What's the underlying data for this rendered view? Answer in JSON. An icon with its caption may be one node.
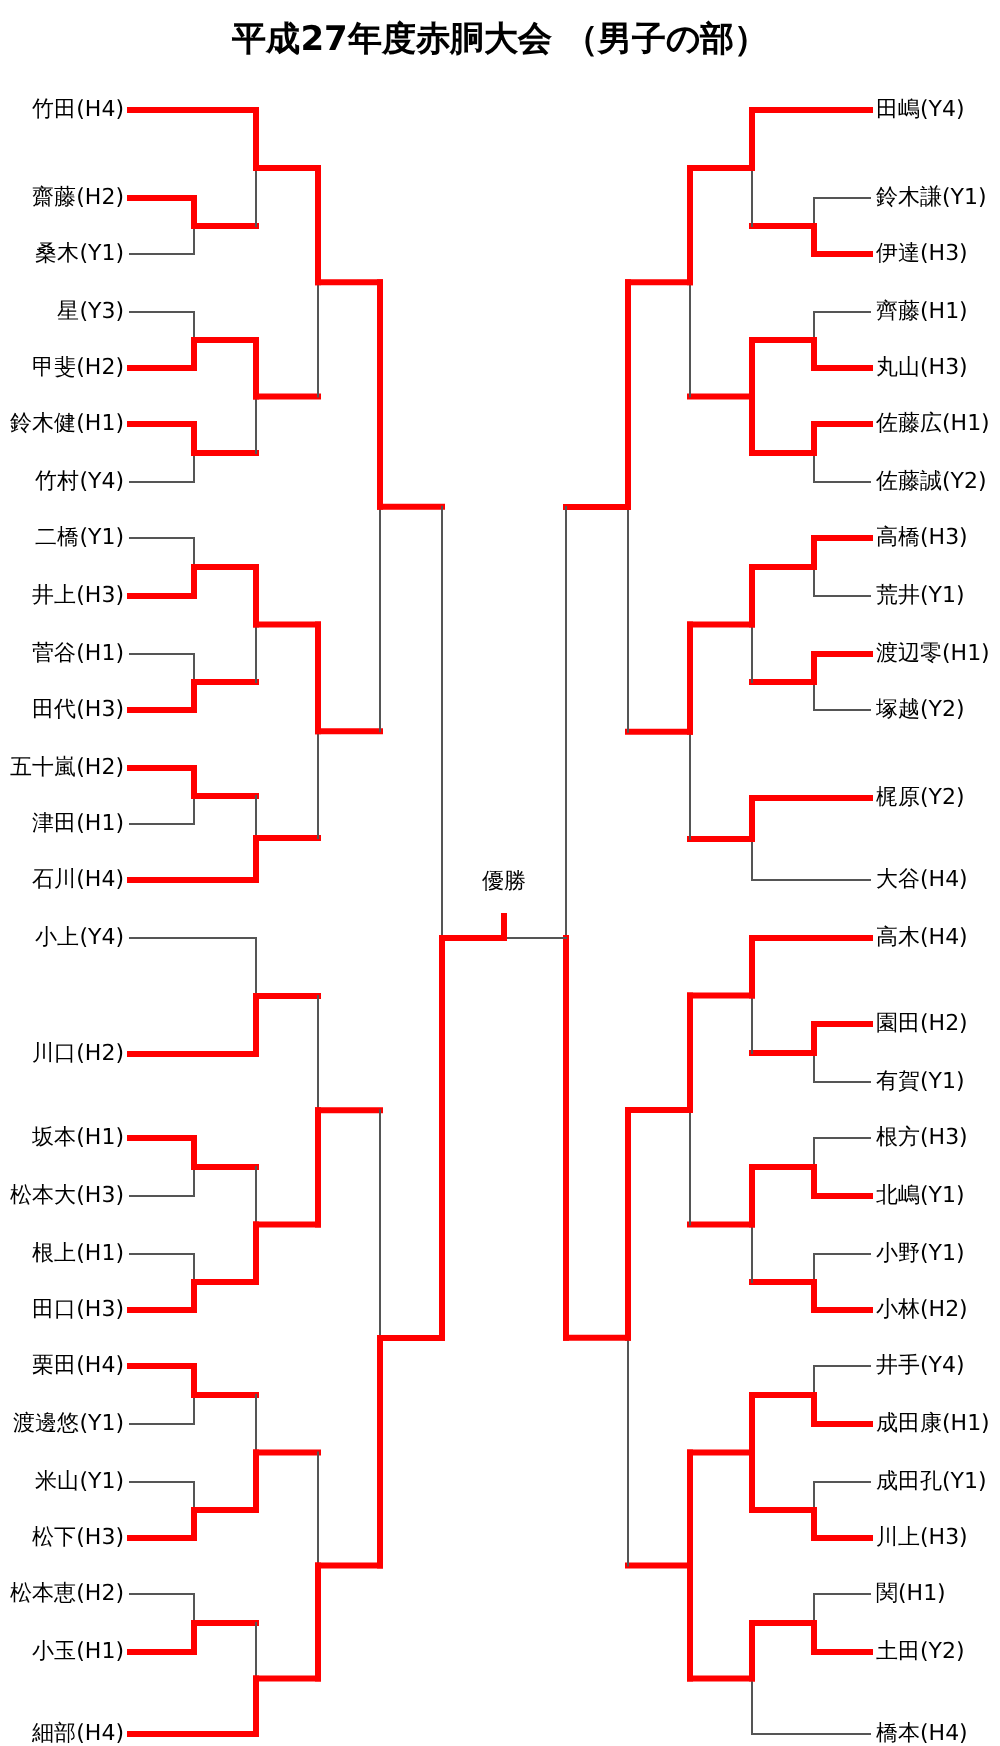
{
  "diagram": {
    "title": "平成27年度赤胴大会 （男子の部）",
    "nodes": [
      {
        "text": [
          "竹田(H4)"
        ]
      },
      {
        "text": [
          "齋藤(H2)"
        ]
      },
      {
        "text": [
          "桑木(Y1)"
        ]
      },
      {
        "text": [
          "星(Y3)"
        ]
      },
      {
        "text": [
          "甲斐(H2)"
        ]
      },
      {
        "text": [
          "鈴木健(H1)"
        ]
      },
      {
        "text": [
          "竹村(Y4)"
        ]
      },
      {
        "text": [
          "二橋(Y1)"
        ]
      },
      {
        "text": [
          "井上(H3)"
        ]
      },
      {
        "text": [
          "菅谷(H1)"
        ]
      },
      {
        "text": [
          "田代(H3)"
        ]
      },
      {
        "text": [
          "五十嵐(H2)"
        ]
      },
      {
        "text": [
          "津田(H1)"
        ]
      },
      {
        "text": [
          "石川(H4)"
        ]
      },
      {
        "text": [
          "小上(Y4)"
        ]
      },
      {
        "text": [
          "川口(H2)"
        ]
      },
      {
        "text": [
          "坂本(H1)"
        ]
      },
      {
        "text": [
          "松本大(H3)"
        ]
      },
      {
        "text": [
          "根上(H1)"
        ]
      },
      {
        "text": [
          "田口(H3)"
        ]
      },
      {
        "text": [
          "栗田(H4)"
        ]
      },
      {
        "text": [
          "渡邊悠(Y1)"
        ]
      },
      {
        "text": [
          "米山(Y1)"
        ]
      },
      {
        "text": [
          "松下(H3)"
        ]
      },
      {
        "text": [
          "松本恵(H2)"
        ]
      },
      {
        "text": [
          "小玉(H1)"
        ]
      },
      {
        "text": [
          "細部(H4)"
        ]
      },
      {
        "text": [
          "田嶋(Y4)"
        ]
      },
      {
        "text": [
          "鈴木謙(Y1)"
        ]
      },
      {
        "text": [
          "伊達(H3)"
        ]
      },
      {
        "text": [
          "齊藤(H1)"
        ]
      },
      {
        "text": [
          "丸山(H3)"
        ]
      },
      {
        "text": [
          "佐藤広(H1)"
        ]
      },
      {
        "text": [
          "佐藤誠(Y2)"
        ]
      },
      {
        "text": [
          "高橋(H3)"
        ]
      },
      {
        "text": [
          "荒井(Y1)"
        ]
      },
      {
        "text": [
          "渡辺零(H1)"
        ]
      },
      {
        "text": [
          "塚越(Y2)"
        ]
      },
      {
        "text": [
          "梶原(Y2)"
        ]
      },
      {
        "text": [
          "大谷(H4)"
        ]
      },
      {
        "text": [
          "高木(H4)"
        ]
      },
      {
        "text": [
          "園田(H2)"
        ]
      },
      {
        "text": [
          "有賀(Y1)"
        ]
      },
      {
        "text": [
          "根方(H3)"
        ]
      },
      {
        "text": [
          "北嶋(Y1)"
        ]
      },
      {
        "text": [
          "小野(Y1)"
        ]
      },
      {
        "text": [
          "小林(H2)"
        ]
      },
      {
        "text": [
          "井手(Y4)"
        ]
      },
      {
        "text": [
          "成田康(H1)"
        ]
      },
      {
        "text": [
          "成田孔(Y1)"
        ]
      },
      {
        "text": [
          "川上(H3)"
        ]
      },
      {
        "text": [
          "関(H1)"
        ]
      },
      {
        "text": [
          "土田(Y2)"
        ]
      },
      {
        "text": [
          "橋本(H4)"
        ]
      }
    ],
    "labels": [
      "優勝"
    ]
  }
}
